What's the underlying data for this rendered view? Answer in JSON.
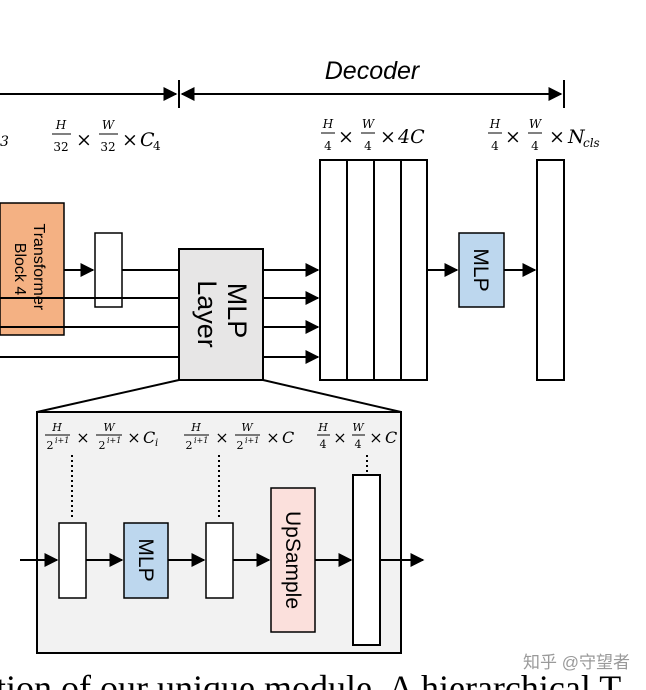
{
  "decoder_title": "Decoder",
  "dims": {
    "left_cut": "3",
    "c4": {
      "hnum": "H",
      "hden": "32",
      "wnum": "W",
      "wden": "32",
      "times": "×",
      "tail": "C",
      "sub": "4"
    },
    "concat": {
      "hnum": "H",
      "hden": "4",
      "wnum": "W",
      "wden": "4",
      "times": "×",
      "tail": "4C"
    },
    "out": {
      "hnum": "H",
      "hden": "4",
      "wnum": "W",
      "wden": "4",
      "times": "×",
      "tail": "N",
      "sub": "cls"
    }
  },
  "blocks": {
    "transformer": "Transformer Block 4",
    "transformer_line1": "Transformer",
    "transformer_line2": "Block 4",
    "mlp_layer_line1": "MLP",
    "mlp_layer_line2": "Layer",
    "mlp": "MLP"
  },
  "detail": {
    "d1": {
      "hnum": "H",
      "hden_base": "2",
      "hden_exp": "i+1",
      "wnum": "W",
      "wden_base": "2",
      "wden_exp": "i+1",
      "times": "×",
      "tail": "C",
      "sub": "i"
    },
    "d2": {
      "hnum": "H",
      "hden_base": "2",
      "hden_exp": "i+1",
      "wnum": "W",
      "wden_base": "2",
      "wden_exp": "i+1",
      "times": "×",
      "tail": "C"
    },
    "d3": {
      "hnum": "H",
      "hden": "4",
      "wnum": "W",
      "wden": "4",
      "times": "×",
      "tail": "C"
    },
    "mlp": "MLP",
    "upsample": "UpSample"
  },
  "caption_fragment": "tion of our unique module. A hierarchical T",
  "watermark": "知乎 @守望者",
  "colors": {
    "transformer_fill": "#f4b183",
    "mlp_fill": "#bdd7ee",
    "mlp_layer_fill": "#e7e6e6",
    "upsample_fill": "#fbe0dc",
    "detail_bg": "#f2f2f2",
    "stroke": "#000000"
  }
}
